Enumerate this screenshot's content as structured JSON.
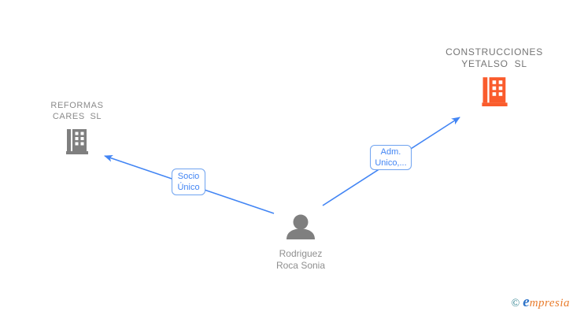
{
  "colors": {
    "edge_blue": "#4285f4",
    "edge_box_border": "#6fa3f0",
    "building_gray": "#7f7f7f",
    "building_orange": "#fa5b2c",
    "person_gray": "#7f7f7f",
    "company_text_gray": "#8a8a8a",
    "logo_teal": "#2b7f8e",
    "logo_blue": "#2f74c9",
    "logo_orange": "#e97d2e",
    "background": "#ffffff"
  },
  "diagram": {
    "nodes": {
      "company_left": {
        "type": "company",
        "name": "REFORMAS CARES SL",
        "label_lines": [
          "REFORMAS",
          "CARES SL"
        ],
        "icon": "building-icon",
        "icon_color": "gray"
      },
      "company_right": {
        "type": "company",
        "name": "CONSTRUCCIONES YETALSO SL",
        "label_lines": [
          "CONSTRUCCIONES",
          "YETALSO SL"
        ],
        "icon": "building-icon",
        "icon_color": "orange"
      },
      "person": {
        "type": "person",
        "name": "Rodriguez Roca Sonia",
        "label_lines": [
          "Rodriguez",
          "Roca Sonia"
        ],
        "icon": "person-icon",
        "icon_color": "gray"
      }
    },
    "edges": [
      {
        "from": "Rodriguez Roca Sonia",
        "to": "REFORMAS CARES SL",
        "label_lines": [
          "Socio",
          "Único"
        ]
      },
      {
        "from": "Rodriguez Roca Sonia",
        "to": "CONSTRUCCIONES YETALSO SL",
        "label_lines": [
          "Adm.",
          "Unico,..."
        ]
      }
    ]
  },
  "footer": {
    "copyright": "©",
    "brand_first_letter": "e",
    "brand_rest": "mpresia",
    "brand_full": "empresia"
  }
}
